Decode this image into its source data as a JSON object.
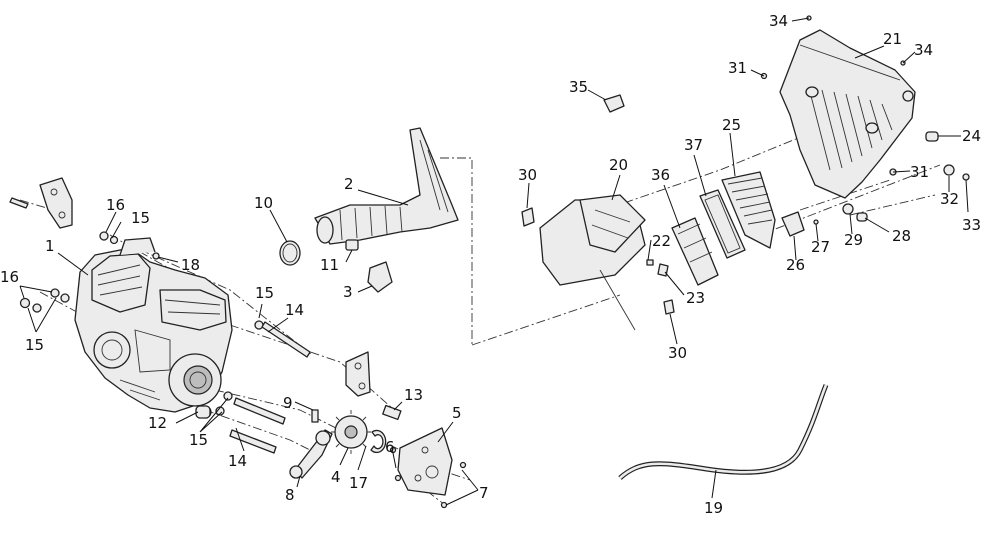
{
  "diagram": {
    "callouts": [
      {
        "id": "c1",
        "text": "1"
      },
      {
        "id": "c2",
        "text": "2"
      },
      {
        "id": "c3",
        "text": "3"
      },
      {
        "id": "c4",
        "text": "4"
      },
      {
        "id": "c5",
        "text": "5"
      },
      {
        "id": "c6",
        "text": "6"
      },
      {
        "id": "c7",
        "text": "7"
      },
      {
        "id": "c8",
        "text": "8"
      },
      {
        "id": "c9",
        "text": "9"
      },
      {
        "id": "c10",
        "text": "10"
      },
      {
        "id": "c11",
        "text": "11"
      },
      {
        "id": "c12",
        "text": "12"
      },
      {
        "id": "c13",
        "text": "13"
      },
      {
        "id": "c14a",
        "text": "14"
      },
      {
        "id": "c14b",
        "text": "14"
      },
      {
        "id": "c15a",
        "text": "15"
      },
      {
        "id": "c15b",
        "text": "15"
      },
      {
        "id": "c15c",
        "text": "15"
      },
      {
        "id": "c15d",
        "text": "15"
      },
      {
        "id": "c16a",
        "text": "16"
      },
      {
        "id": "c16b",
        "text": "16"
      },
      {
        "id": "c17",
        "text": "17"
      },
      {
        "id": "c18",
        "text": "18"
      },
      {
        "id": "c19",
        "text": "19"
      },
      {
        "id": "c20",
        "text": "20"
      },
      {
        "id": "c21",
        "text": "21"
      },
      {
        "id": "c22",
        "text": "22"
      },
      {
        "id": "c23",
        "text": "23"
      },
      {
        "id": "c24",
        "text": "24"
      },
      {
        "id": "c25",
        "text": "25"
      },
      {
        "id": "c26",
        "text": "26"
      },
      {
        "id": "c27",
        "text": "27"
      },
      {
        "id": "c28",
        "text": "28"
      },
      {
        "id": "c29",
        "text": "29"
      },
      {
        "id": "c30a",
        "text": "30"
      },
      {
        "id": "c30b",
        "text": "30"
      },
      {
        "id": "c31a",
        "text": "31"
      },
      {
        "id": "c31b",
        "text": "31"
      },
      {
        "id": "c32",
        "text": "32"
      },
      {
        "id": "c33",
        "text": "33"
      },
      {
        "id": "c34a",
        "text": "34"
      },
      {
        "id": "c34b",
        "text": "34"
      },
      {
        "id": "c35",
        "text": "35"
      },
      {
        "id": "c36",
        "text": "36"
      },
      {
        "id": "c37",
        "text": "37"
      }
    ]
  }
}
